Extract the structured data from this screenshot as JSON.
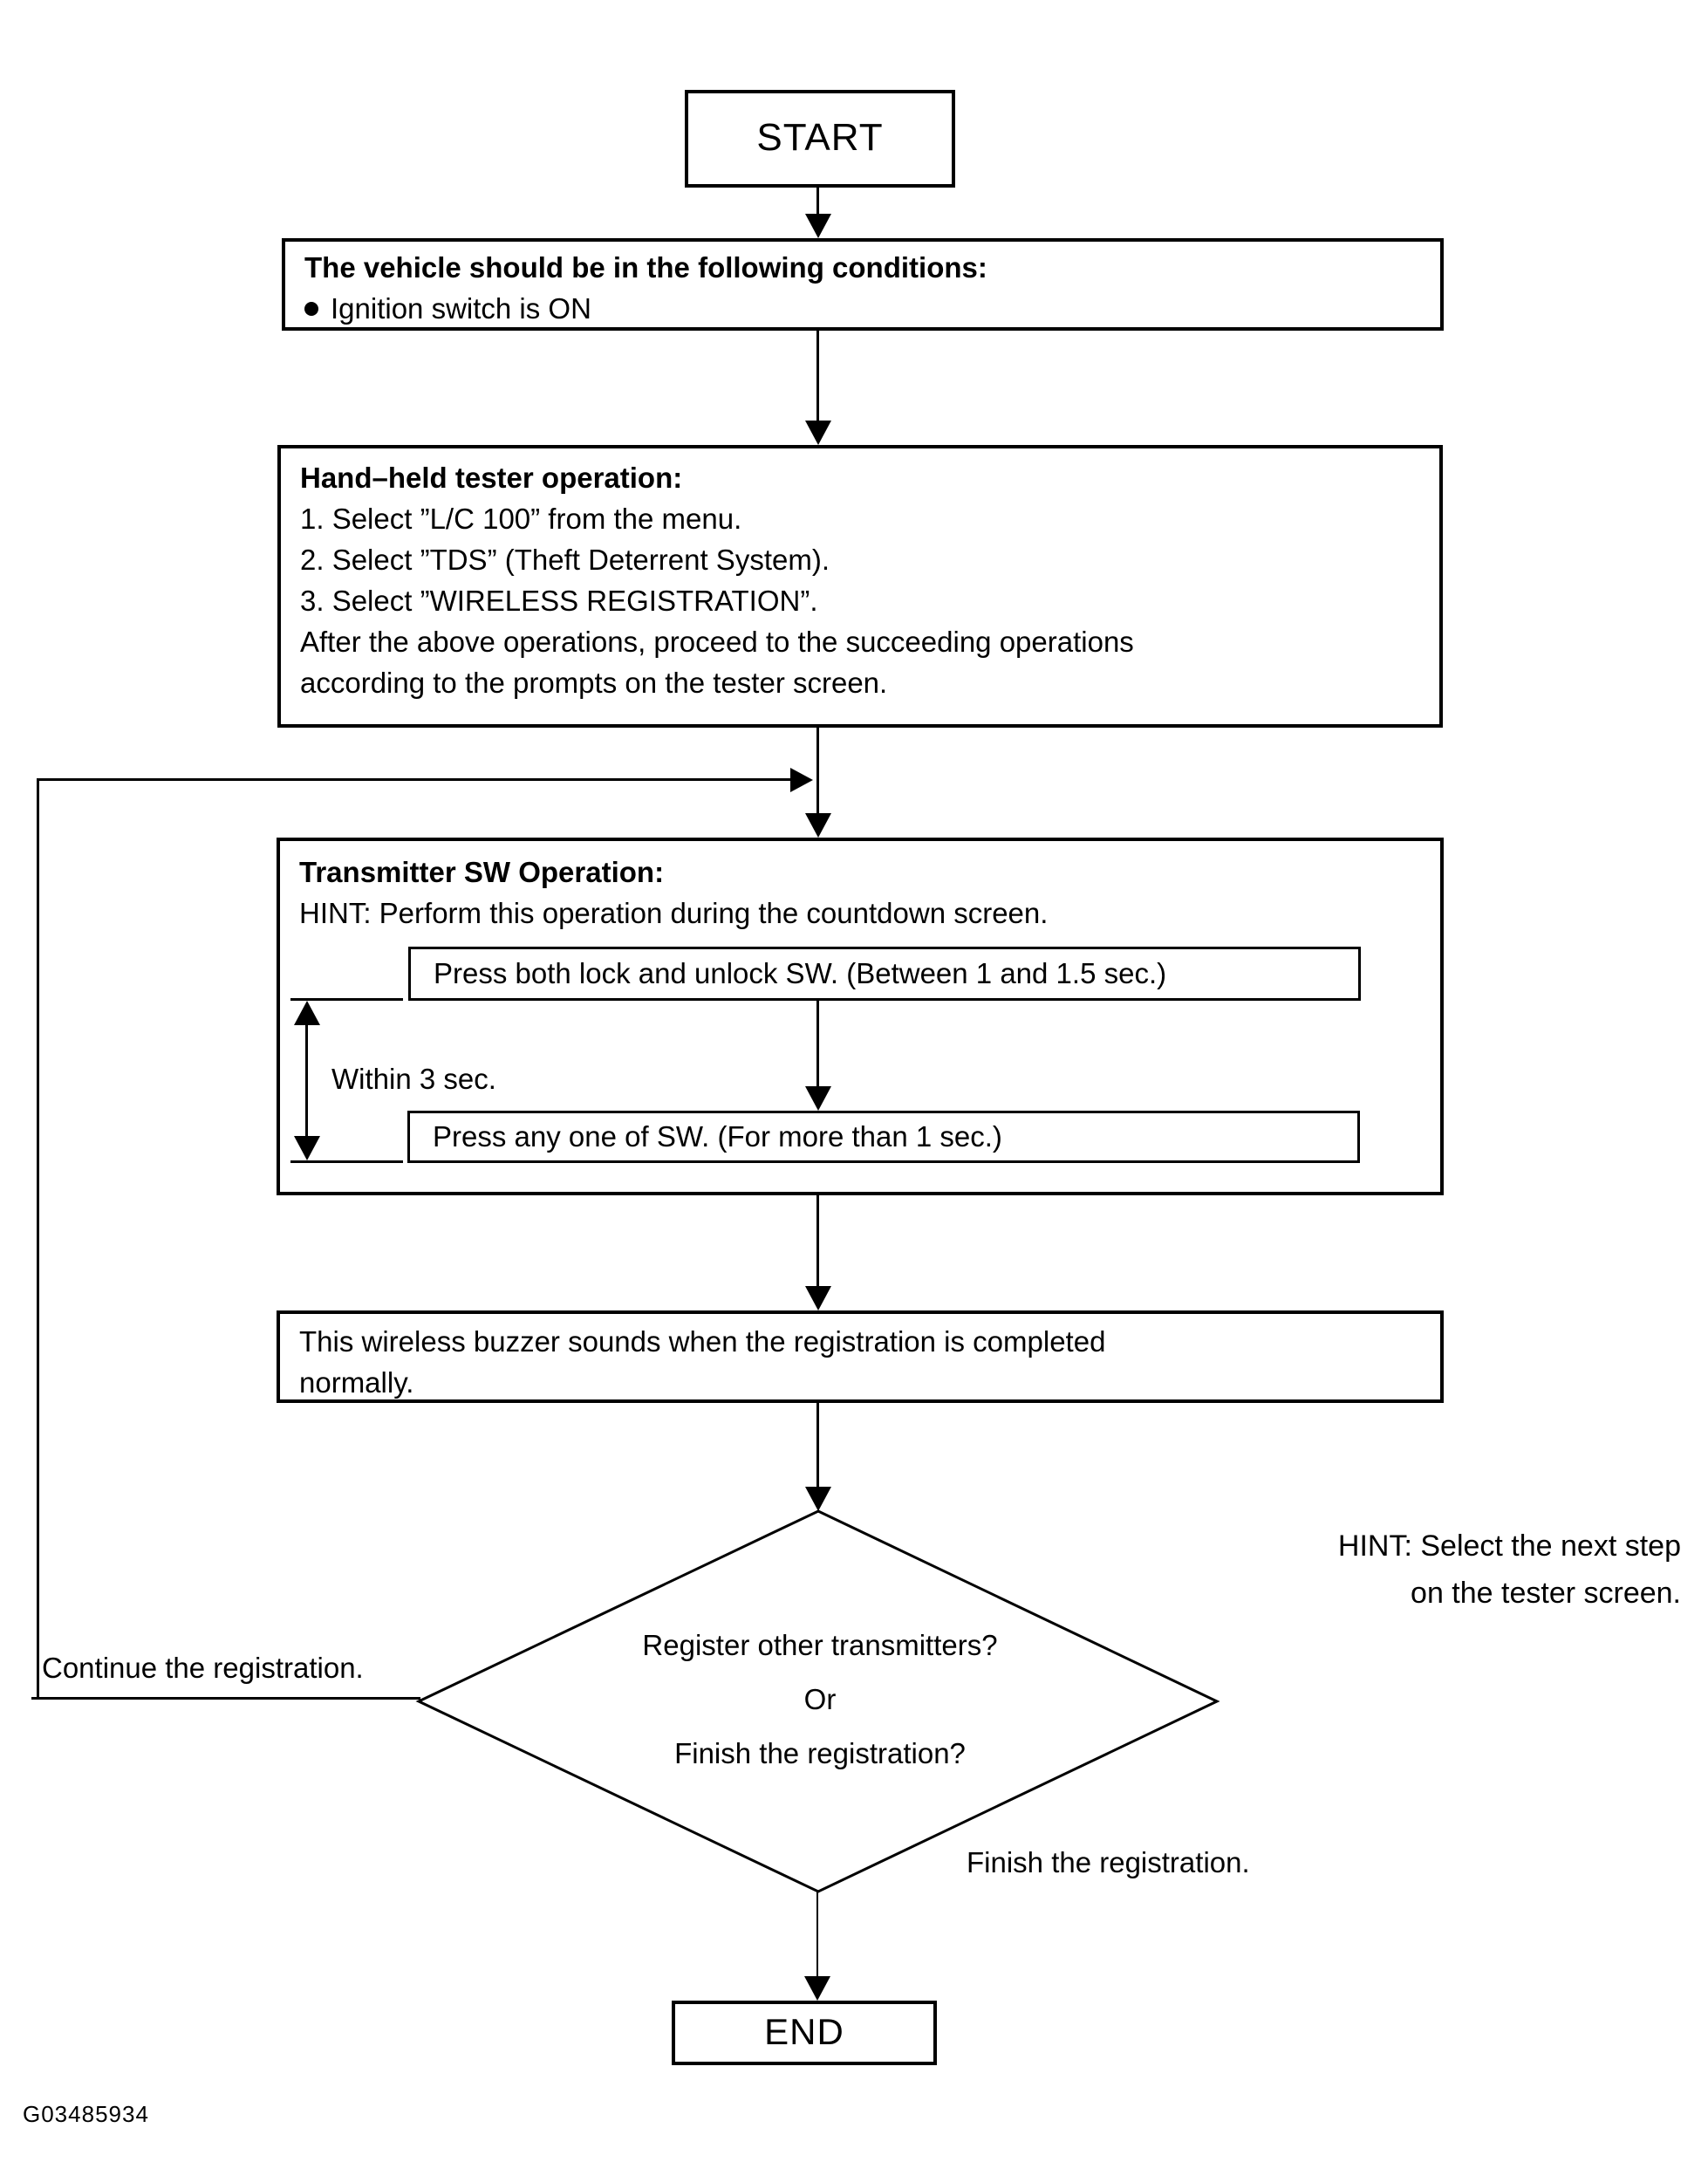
{
  "figure": {
    "id_label": "G03485934",
    "nodes": {
      "start": "START",
      "vehicle_conditions": {
        "title": "The vehicle should be in the following conditions:",
        "bullets": [
          "Ignition switch is ON"
        ]
      },
      "tester_operation": {
        "title": "Hand–held tester operation:",
        "lines": [
          "1. Select ”L/C 100” from the menu.",
          "2. Select ”TDS” (Theft Deterrent System).",
          "3. Select ”WIRELESS REGISTRATION”.",
          "After the above operations, proceed to the succeeding operations",
          "according to the prompts on the tester screen."
        ]
      },
      "transmitter_sw": {
        "title": "Transmitter SW Operation:",
        "hint": "HINT: Perform this operation during the countdown screen.",
        "press_both": "Press both lock and unlock SW. (Between 1 and 1.5 sec.)",
        "within_label": "Within 3 sec.",
        "press_any": "Press any one of SW. (For more than 1 sec.)"
      },
      "buzzer": {
        "lines": [
          "This wireless buzzer sounds when the registration is completed",
          "normally."
        ]
      },
      "decision": {
        "lines": [
          "Register other transmitters?",
          "Or",
          "Finish the registration?"
        ]
      },
      "end": "END"
    },
    "labels": {
      "hint_next_step": [
        "HINT: Select the next step",
        "on the tester screen."
      ],
      "continue_branch": "Continue the registration.",
      "finish_branch": "Finish the registration."
    },
    "colors": {
      "ink": "#000000",
      "paper": "#ffffff"
    }
  }
}
